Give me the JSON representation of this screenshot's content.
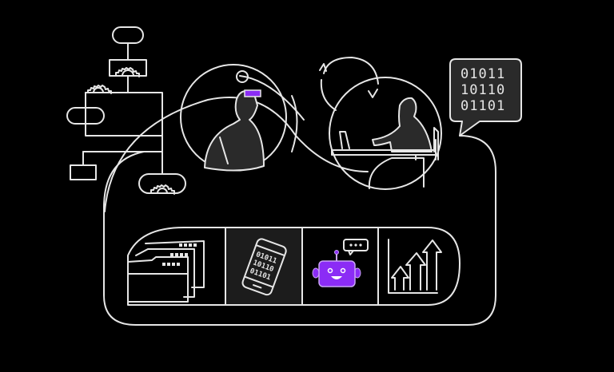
{
  "illustration": {
    "theme": "workflow-automation-ai",
    "background": "#000000",
    "stroke_color": "#e6e6e6",
    "accent_color": "#8b2cf5",
    "speech_bubble": {
      "lines": [
        "01011",
        "10110",
        "01101"
      ]
    },
    "phone_screen": {
      "lines": [
        "01011",
        "10110",
        "01101"
      ]
    },
    "robot_bubble": {
      "text": "•••"
    },
    "panels": [
      {
        "name": "folders",
        "icon": "stacked-folders-icon"
      },
      {
        "name": "phone",
        "icon": "smartphone-binary-icon"
      },
      {
        "name": "chatbot",
        "icon": "robot-chat-icon"
      },
      {
        "name": "growth",
        "icon": "rising-arrows-chart-icon"
      }
    ],
    "figures": [
      {
        "name": "vr-person",
        "icon": "person-vr-headset-icon"
      },
      {
        "name": "desk-worker",
        "icon": "person-laptop-icon"
      }
    ]
  }
}
